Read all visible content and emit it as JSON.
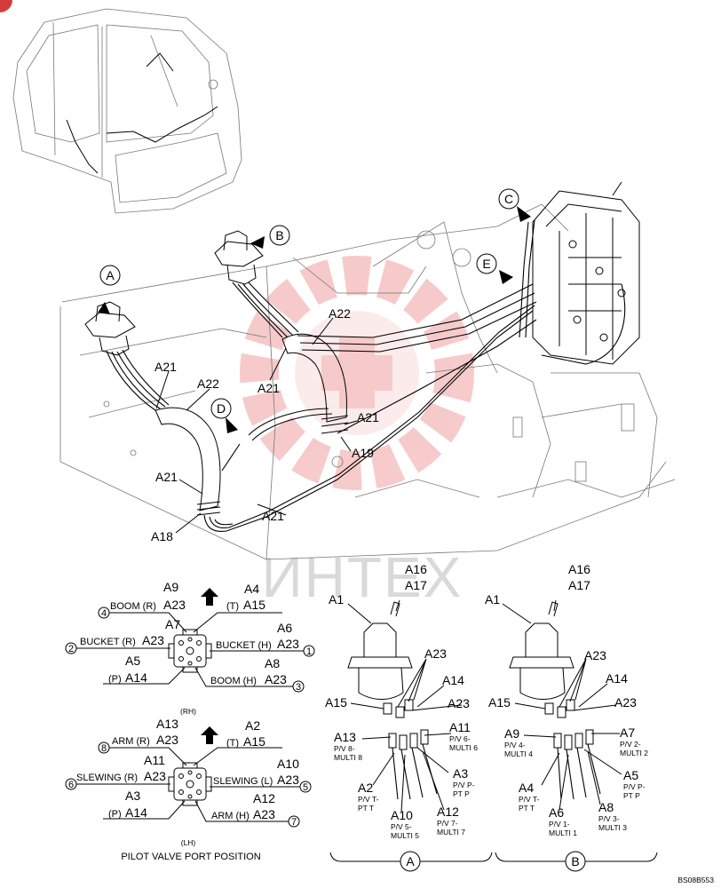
{
  "callouts": {
    "a": "A",
    "b": "B",
    "c": "C",
    "d": "D",
    "e": "E"
  },
  "main": {
    "a21_1": "A21",
    "a21_2": "A21",
    "a21_3": "A21",
    "a21_4": "A21",
    "a21_5": "A21",
    "a22_1": "A22",
    "a22_2": "A22",
    "a18": "A18",
    "a19": "A19"
  },
  "watermark": {
    "text": "ИНТЕХ",
    "color": "#e85a5a"
  },
  "rh_diagram": {
    "a9": "A9",
    "a23_top": "A23",
    "a4": "A4",
    "a15_top": "A15",
    "boom_r": "BOOM (R)",
    "t_top": "(T)",
    "a7": "A7",
    "a6": "A6",
    "bucket_r": "BUCKET (R)",
    "a23_bl": "A23",
    "bucket_h": "BUCKET (H)",
    "a23_br": "A23",
    "a5": "A5",
    "a8": "A8",
    "p": "(P)",
    "a14": "A14",
    "boom_h": "BOOM (H)",
    "a23_bot": "A23",
    "n4": "4",
    "n2": "2",
    "n1": "1",
    "n3": "3",
    "caption": "(RH)"
  },
  "lh_diagram": {
    "a13": "A13",
    "a23_top": "A23",
    "a2": "A2",
    "a15_top": "A15",
    "arm_r": "ARM (R)",
    "t_top": "(T)",
    "a11": "A11",
    "a10": "A10",
    "slewing_r": "SLEWING (R)",
    "a23_l": "A23",
    "slewing_l": "SLEWING (L)",
    "a23_r": "A23",
    "a3": "A3",
    "a12": "A12",
    "p": "(P)",
    "a14": "A14",
    "arm_h": "ARM (H)",
    "a23_bot": "A23",
    "n8": "8",
    "n6": "6",
    "n5": "5",
    "n7": "7",
    "caption": "(LH)",
    "title": "PILOT VALVE PORT POSITION"
  },
  "detail_a": {
    "a16": "A16",
    "a17": "A17",
    "a1": "A1",
    "a23_1": "A23",
    "a14": "A14",
    "a15": "A15",
    "a23_2": "A23",
    "a13": "A13",
    "a13_s1": "P/V 8-",
    "a13_s2": "MULTI 8",
    "a11": "A11",
    "a11_s1": "P/V 6-",
    "a11_s2": "MULTI 6",
    "a3": "A3",
    "a3_s1": "P/V P-",
    "a3_s2": "PT P",
    "a2": "A2",
    "a2_s1": "P/V T-",
    "a2_s2": "PT T",
    "a10": "A10",
    "a10_s1": "P/V 5-",
    "a10_s2": "MULTI 5",
    "a12": "A12",
    "a12_s1": "P/V 7-",
    "a12_s2": "MULTI 7",
    "label": "A"
  },
  "detail_b": {
    "a16": "A16",
    "a17": "A17",
    "a1": "A1",
    "a23_1": "A23",
    "a14": "A14",
    "a15": "A15",
    "a23_2": "A23",
    "a9": "A9",
    "a9_s1": "P/V 4-",
    "a9_s2": "MULTI 4",
    "a7": "A7",
    "a7_s1": "P/V 2-",
    "a7_s2": "MULTI 2",
    "a5": "A5",
    "a5_s1": "P/V P-",
    "a5_s2": "PT P",
    "a4": "A4",
    "a4_s1": "P/V T-",
    "a4_s2": "PT T",
    "a6": "A6",
    "a6_s1": "P/V 1-",
    "a6_s2": "MULTI 1",
    "a8": "A8",
    "a8_s1": "P/V 3-",
    "a8_s2": "MULTI 3",
    "label": "B"
  },
  "figure_code": "BS08B553"
}
